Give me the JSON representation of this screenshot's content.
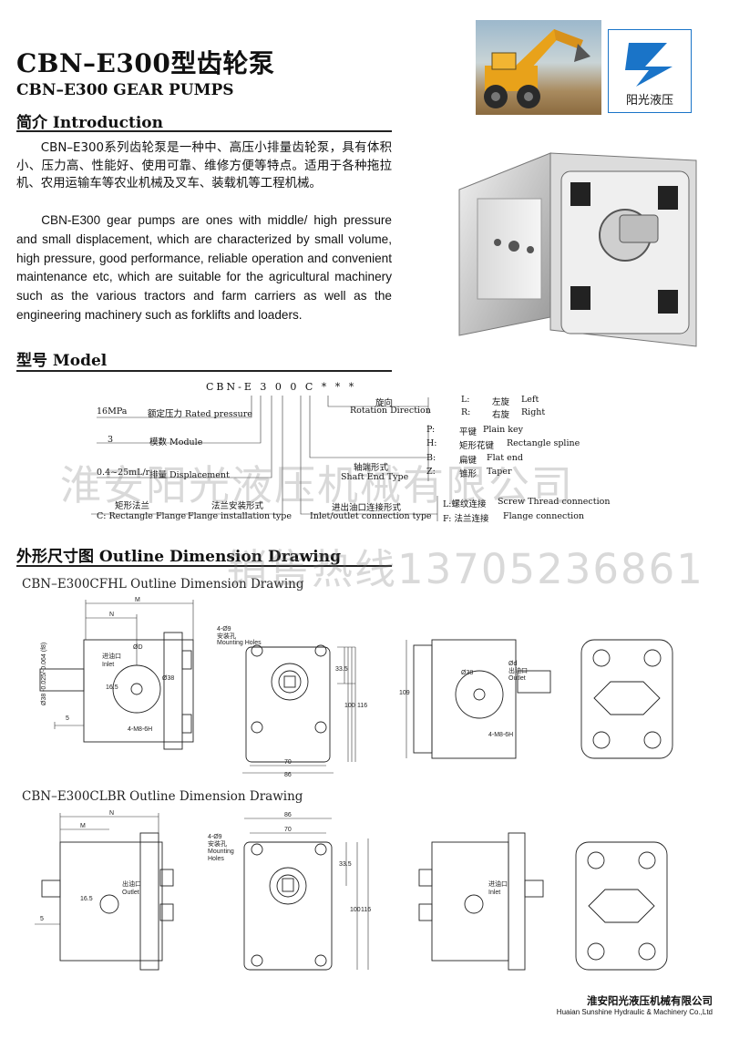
{
  "header": {
    "title_cn": "CBN–E300型齿轮泵",
    "title_en": "CBN–E300 GEAR PUMPS",
    "logo_text": "阳光液压"
  },
  "intro": {
    "heading": "简介 Introduction",
    "text_cn": "CBN–E300系列齿轮泵是一种中、高压小排量齿轮泵，具有体积小、压力高、性能好、使用可靠、维修方便等特点。适用于各种拖拉机、农用运输车等农业机械及叉车、装载机等工程机械。",
    "text_en": "CBN-E300 gear pumps are ones with middle/ high pressure and small displacement, which are characterized by small volume, high pressure, good performance, reliable operation and convenient maintenance etc, which are suitable for the agricultural machinery such as the various tractors and farm carriers as well as the engineering machinery such as forklifts and loaders."
  },
  "model": {
    "heading": "型号 Model",
    "code": "CBN-E 3 0 0 C * * *",
    "rated_pressure": {
      "value": "16MPa",
      "label": "额定压力 Rated pressure"
    },
    "module": {
      "value": "3",
      "label": "模数 Module"
    },
    "displacement": {
      "value": "0.4~25mL/r",
      "label": "排量 Displacement"
    },
    "rotation": {
      "label_cn": "旋向",
      "label_en": "Rotation Direction",
      "l_code": "L:",
      "l_cn": "左旋",
      "l_en": "Left",
      "r_code": "R:",
      "r_cn": "右旋",
      "r_en": "Right"
    },
    "shaft": {
      "label_cn": "轴端形式",
      "label_en": "Shaft End Type",
      "options": [
        {
          "code": "P:",
          "cn": "平键",
          "en": "Plain key"
        },
        {
          "code": "H:",
          "cn": "矩形花键",
          "en": "Rectangle spline"
        },
        {
          "code": "B:",
          "cn": "扁键",
          "en": "Flat end"
        },
        {
          "code": "Z:",
          "cn": "锥形",
          "en": "Taper"
        }
      ]
    },
    "flange": {
      "label_cn": "矩形法兰",
      "label_en": "C: Rectangle Flange",
      "inst_cn": "法兰安装形式",
      "inst_en": "Flange installation type"
    },
    "port": {
      "label_cn": "进出油口连接形式",
      "label_en": "Inlet/outlet connection type",
      "l": "L:螺纹连接",
      "l_en": "Screw Thread connection",
      "f": "F: 法兰连接",
      "f_en": "Flange connection"
    }
  },
  "outline": {
    "heading": "外形尺寸图 Outline Dimension Drawing",
    "drawing1_title": "CBN–E300CFHL Outline Dimension Drawing",
    "drawing2_title": "CBN–E300CLBR Outline Dimension Drawing",
    "d1": {
      "M": "M",
      "N": "N",
      "d": "ØD",
      "inlet_cn": "进油口",
      "inlet": "Inlet",
      "dia38": "Ø38",
      "dim165": "16.5",
      "dim5": "5",
      "thread": "4-M8-6H",
      "mount_n": "4-Ø9",
      "mount_cn": "安装孔",
      "mount_en": "Mounting Holes",
      "d335": "33.5",
      "d100": "100",
      "d116": "116",
      "d70": "70",
      "d86": "86",
      "d109": "109",
      "outlet_cn": "出油口",
      "outlet": "Outlet",
      "dd": "Ød",
      "shaft_dim": "Ø38 -0.025/-0.064 (f8)"
    },
    "d2": {
      "M": "M",
      "N": "N",
      "outlet_cn": "出油口",
      "outlet": "Outlet",
      "dim165": "16.5",
      "dim5": "5",
      "d86": "86",
      "d70": "70",
      "mount_n": "4-Ø9",
      "mount_cn": "安装孔",
      "mount_en": "Mounting",
      "mount_en2": "Holes",
      "d335": "33.5",
      "d100": "100",
      "d116": "116",
      "inlet_cn": "进油口",
      "inlet": "Inlet"
    }
  },
  "watermarks": {
    "company": "淮安阳光液压机械有限公司",
    "hotline": "销售热线13705236861"
  },
  "footer": {
    "company_cn": "淮安阳光液压机械有限公司",
    "company_en": "Huaian Sunshine Hydraulic & Machinery Co.,Ltd"
  },
  "colors": {
    "logo_blue": "#1a74c8",
    "excavator_yellow": "#e8a21a"
  }
}
